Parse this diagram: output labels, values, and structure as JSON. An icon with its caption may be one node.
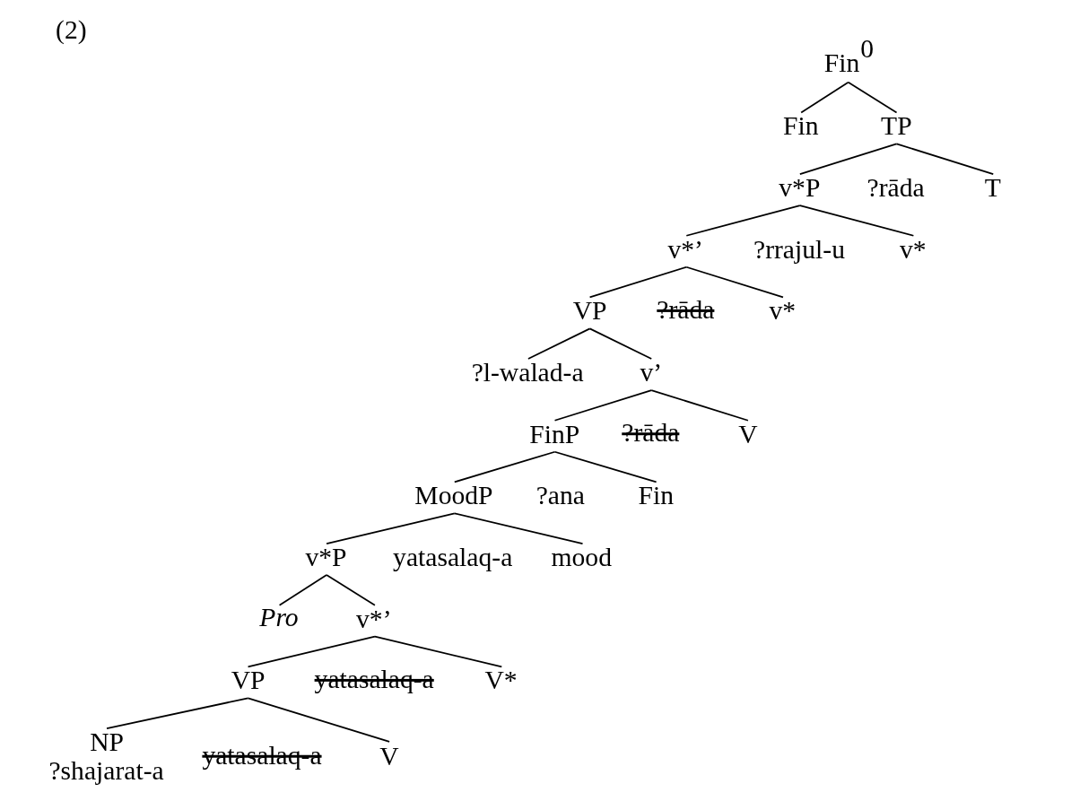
{
  "diagram": {
    "title": "(2)",
    "nodes": [
      {
        "text": [
          "Fin$^{0}$"
        ]
      },
      {
        "text": [
          "Fin"
        ]
      },
      {
        "text": [
          "TP"
        ]
      },
      {
        "text": [
          "T"
        ]
      },
      {
        "text": [
          "v*P"
        ]
      },
      {
        "text": [
          "v*"
        ]
      },
      {
        "text": [
          "v*’"
        ]
      },
      {
        "text": [
          "v*"
        ]
      },
      {
        "text": [
          "VP"
        ]
      },
      {
        "text": [
          "?l-walad-a"
        ]
      },
      {
        "text": [
          "v’"
        ]
      },
      {
        "text": [
          "V"
        ]
      },
      {
        "text": [
          "FinP"
        ]
      },
      {
        "text": [
          "Fin"
        ]
      },
      {
        "text": [
          "MoodP"
        ]
      },
      {
        "text": [
          "mood"
        ]
      },
      {
        "text": [
          "v*P"
        ]
      },
      {
        "text": [
          "Pro"
        ]
      },
      {
        "text": [
          "v*’"
        ]
      },
      {
        "text": [
          "V*"
        ]
      },
      {
        "text": [
          "VP"
        ]
      },
      {
        "text": [
          "V"
        ]
      },
      {
        "text": [
          "NP"
        ],
        "beside": [
          "?shajarat-a"
        ]
      }
    ],
    "edges": [
      {
        "from": 0,
        "to": 1,
        "arrow": "none"
      },
      {
        "from": 0,
        "to": 2,
        "arrow": "none"
      },
      {
        "from": 2,
        "to": 3,
        "arrow": "none"
      },
      {
        "from": 2,
        "to": 4,
        "arrow": "none"
      },
      {
        "from": 4,
        "to": 5,
        "arrow": "none"
      },
      {
        "from": 4,
        "to": 6,
        "arrow": "none"
      },
      {
        "from": 6,
        "to": 7,
        "arrow": "none"
      },
      {
        "from": 6,
        "to": 8,
        "arrow": "none"
      },
      {
        "from": 8,
        "to": 9,
        "arrow": "none"
      },
      {
        "from": 8,
        "to": 10,
        "arrow": "none"
      },
      {
        "from": 10,
        "to": 11,
        "arrow": "none"
      },
      {
        "from": 10,
        "to": 12,
        "arrow": "none"
      },
      {
        "from": 12,
        "to": 13,
        "arrow": "none"
      },
      {
        "from": 12,
        "to": 14,
        "arrow": "none"
      },
      {
        "from": 14,
        "to": 15,
        "arrow": "none"
      },
      {
        "from": 14,
        "to": 16,
        "arrow": "none"
      },
      {
        "from": 16,
        "to": 17,
        "arrow": "none"
      },
      {
        "from": 16,
        "to": 18,
        "arrow": "none"
      },
      {
        "from": 18,
        "to": 19,
        "arrow": "none"
      },
      {
        "from": 18,
        "to": 20,
        "arrow": "none"
      },
      {
        "from": 20,
        "to": 21,
        "arrow": "none"
      },
      {
        "from": 20,
        "to": 22,
        "arrow": "none"
      }
    ],
    "labels": [
      "?rāda",
      "?rrajul-u",
      "?rāda",
      "?rāda",
      "?ana",
      "yatasalaq-a",
      "yatasalaq-a",
      "yatasalaq-a"
    ]
  }
}
